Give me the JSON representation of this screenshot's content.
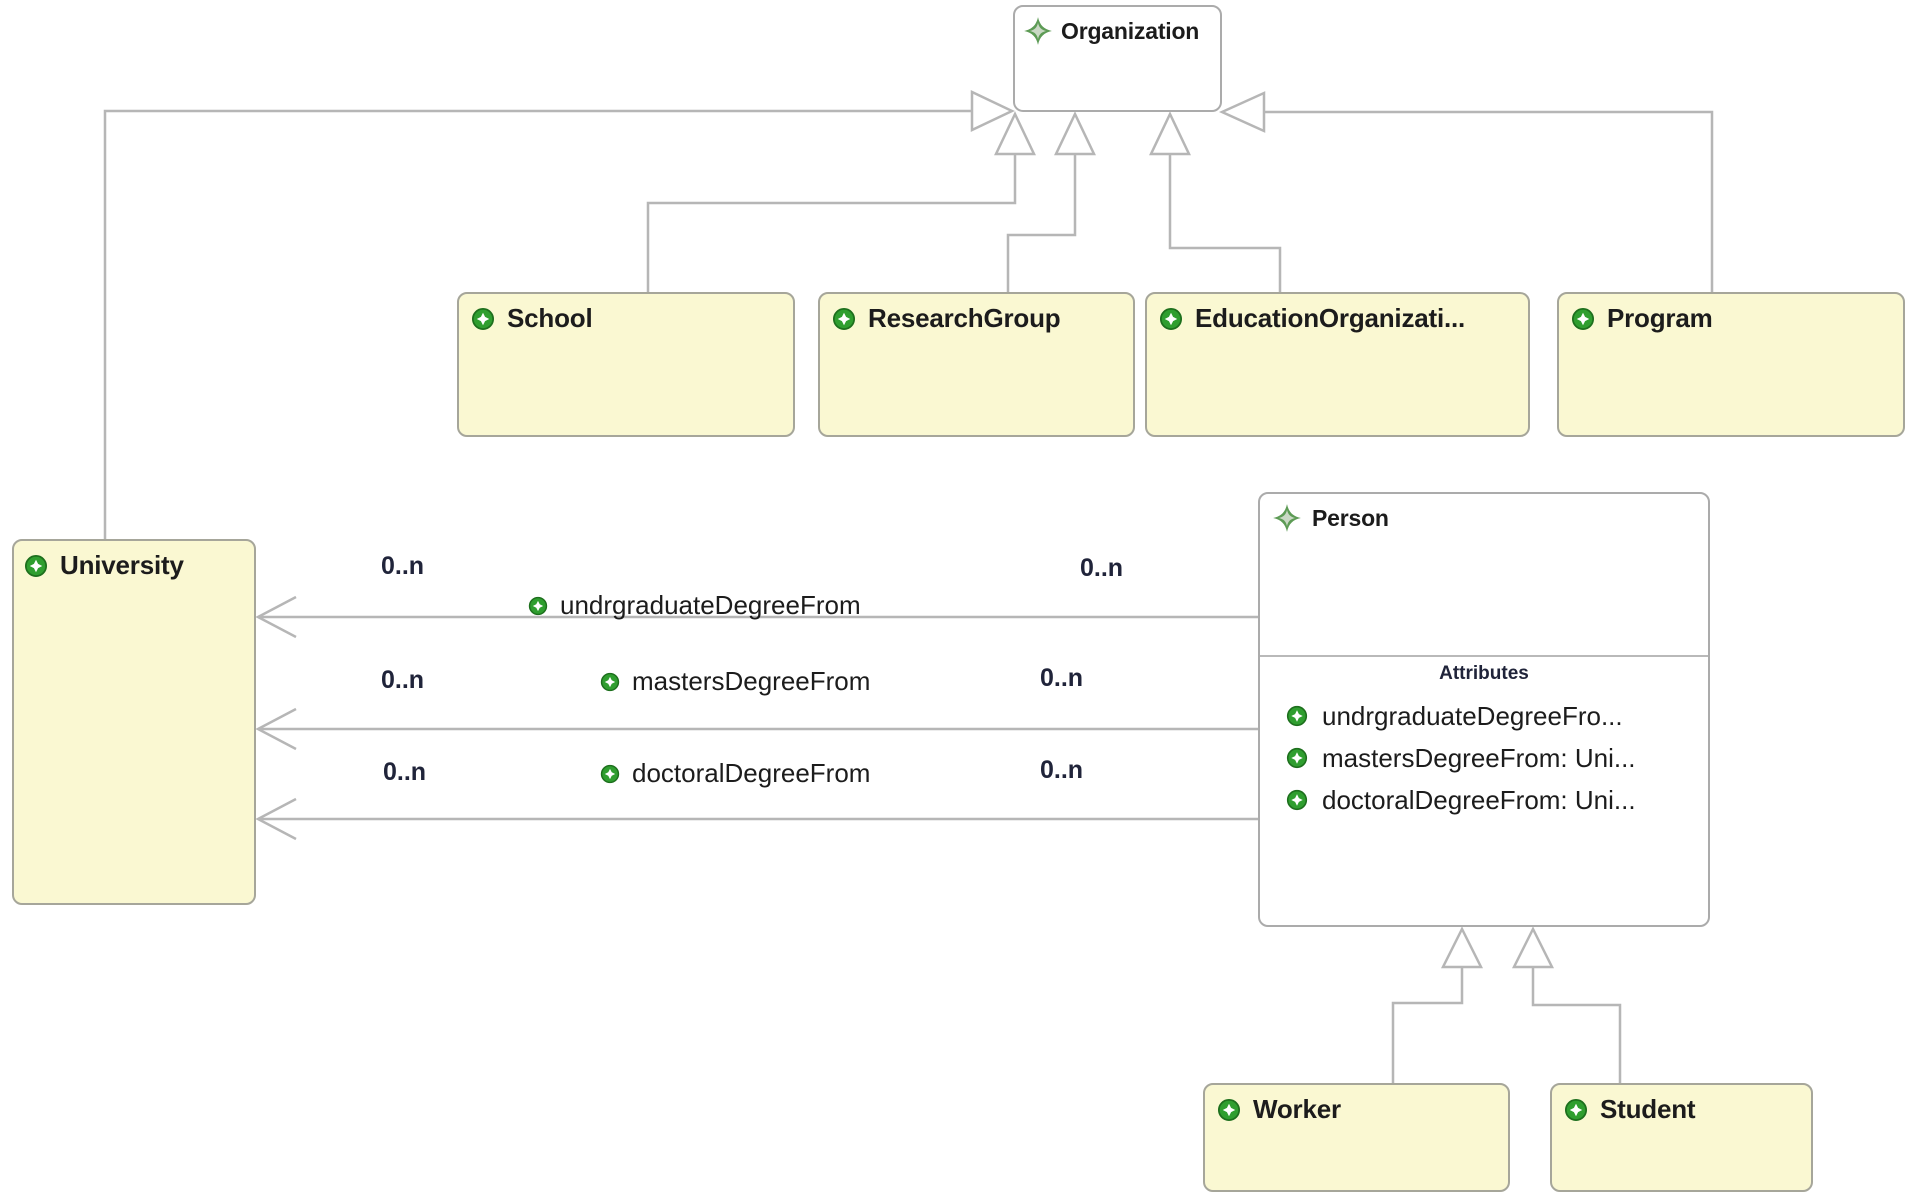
{
  "diagram": {
    "colors": {
      "class_fill": "#faf8d2",
      "class_border": "#a6a69a",
      "node_fill": "#ffffff",
      "node_border": "#ababab",
      "connector": "#b6b6b6",
      "text": "#1c1c1c",
      "icon_circle_green": "#2f9e2f",
      "icon_star_green": "#5d9b55"
    },
    "classes": {
      "organization": {
        "label": "Organization",
        "icon": "green-star-icon"
      },
      "school": {
        "label": "School",
        "icon": "green-circle-icon"
      },
      "researchgroup": {
        "label": "ResearchGroup",
        "icon": "green-circle-icon"
      },
      "educationorganization": {
        "label": "EducationOrganizati...",
        "icon": "green-circle-icon"
      },
      "program": {
        "label": "Program",
        "icon": "green-circle-icon"
      },
      "university": {
        "label": "University",
        "icon": "green-circle-icon"
      },
      "person": {
        "label": "Person",
        "icon": "green-star-icon",
        "attributes_title": "Attributes",
        "attributes": [
          "undrgraduateDegreeFro...",
          "mastersDegreeFrom: Uni...",
          "doctoralDegreeFrom: Uni..."
        ]
      },
      "worker": {
        "label": "Worker",
        "icon": "green-circle-icon"
      },
      "student": {
        "label": "Student",
        "icon": "green-circle-icon"
      }
    },
    "associations": {
      "undergraduate": {
        "label": "undrgraduateDegreeFrom",
        "left_multiplicity": "0..n",
        "right_multiplicity": "0..n",
        "icon": "green-circle-icon"
      },
      "masters": {
        "label": "mastersDegreeFrom",
        "left_multiplicity": "0..n",
        "right_multiplicity": "0..n",
        "icon": "green-circle-icon"
      },
      "doctoral": {
        "label": "doctoralDegreeFrom",
        "left_multiplicity": "0..n",
        "right_multiplicity": "0..n",
        "icon": "green-circle-icon"
      }
    }
  }
}
